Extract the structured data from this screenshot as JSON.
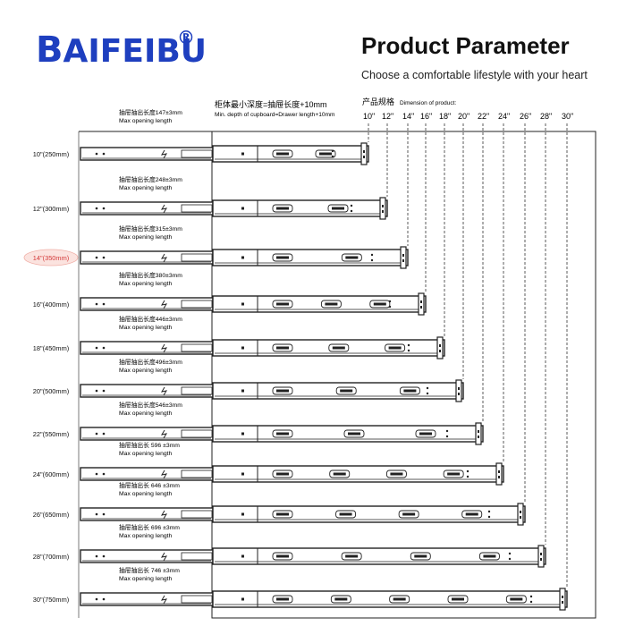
{
  "brand": {
    "first": "B",
    "rest": "AIFEIBU",
    "mark": "®"
  },
  "header": {
    "title": "Product Parameter",
    "subtitle": "Choose a comfortable lifestyle with your heart"
  },
  "depth_note": {
    "cn": "柜体最小深度=抽屉长度+10mm",
    "en": "Min. depth of cupboard=Drawer length+10mm"
  },
  "dimension_label": {
    "cn": "产品规格",
    "en": "Dimension of product:"
  },
  "dimensions": [
    "10\"",
    "12\"",
    "14\"",
    "16\"",
    "18\"",
    "20\"",
    "22\"",
    "24\"",
    "26\"",
    "28\"",
    "30\""
  ],
  "opening_label_en": "Max opening length",
  "highlight_color": "#d43a3a",
  "rows": [
    {
      "size": "10\"(250mm)",
      "opening": "抽屉抽出长度147±3mm"
    },
    {
      "size": "12\"(300mm)",
      "opening": "抽屉抽出长度248±3mm"
    },
    {
      "size": "14\"(350mm)",
      "opening": "抽屉抽出长度315±3mm",
      "highlight": true
    },
    {
      "size": "16\"(400mm)",
      "opening": "抽屉抽出长度380±3mm"
    },
    {
      "size": "18\"(450mm)",
      "opening": "抽屉抽出长度446±3mm"
    },
    {
      "size": "20\"(500mm)",
      "opening": "抽屉抽出长度496±3mm"
    },
    {
      "size": "22\"(550mm)",
      "opening": "抽屉抽出长度546±3mm"
    },
    {
      "size": "24\"(600mm)",
      "opening": "抽屉抽出长 596 ±3mm"
    },
    {
      "size": "26\"(650mm)",
      "opening": "抽屉抽出长 646 ±3mm"
    },
    {
      "size": "28\"(700mm)",
      "opening": "抽屉抽出长 696 ±3mm"
    },
    {
      "size": "30\"(750mm)",
      "opening": "抽屉抽出长 746 ±3mm"
    }
  ]
}
